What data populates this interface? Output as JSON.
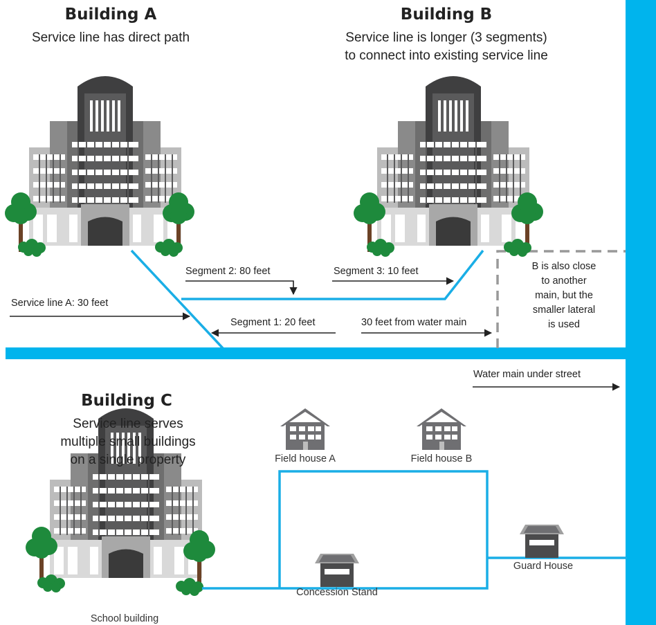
{
  "building_a": {
    "title": "Building A",
    "subtitle": "Service line has direct path"
  },
  "building_b": {
    "title": "Building B",
    "subtitle_line1": "Service line is longer (3 segments)",
    "subtitle_line2": "to connect into existing service line"
  },
  "building_c": {
    "title": "Building C",
    "subtitle_line1": "Service line serves",
    "subtitle_line2": "multiple small buildings",
    "subtitle_line3": "on a single property"
  },
  "labels": {
    "service_line_a": "Service line A: 30 feet",
    "segment_1": "Segment 1: 20 feet",
    "segment_2": "Segment 2: 80 feet",
    "segment_3": "Segment 3: 10 feet",
    "distance_from_main": "30 feet from water main",
    "water_main": "Water main under street"
  },
  "note": {
    "line1": "B is also close",
    "line2": "to another",
    "line3": "main, but the",
    "line4": "smaller lateral",
    "line5": "is used"
  },
  "small_buildings": {
    "field_house_a": "Field house A",
    "field_house_b": "Field house B",
    "concession_stand": "Concession Stand",
    "guard_house": "Guard House",
    "school_building": "School building"
  },
  "colors": {
    "water_main": "#00b4ed",
    "service_line": "#1aaee6",
    "dashed_main": "#999999"
  }
}
